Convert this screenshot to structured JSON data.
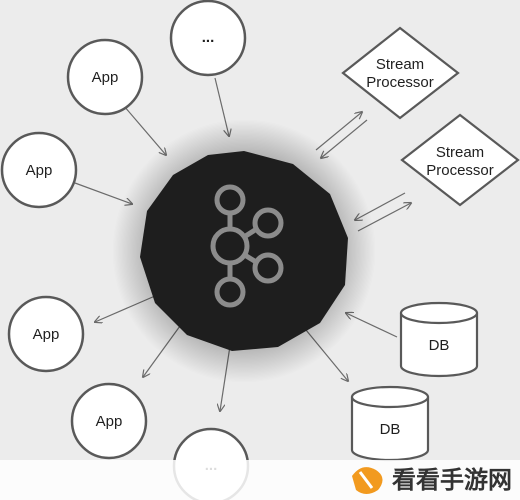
{
  "colors": {
    "background": "#ececec",
    "node_fill": "#ffffff",
    "node_stroke": "#595959",
    "hub_fill": "#1e1e1e",
    "hub_icon": "#8c8c8c",
    "watermark_accent": "#f29a1f"
  },
  "hub": {
    "icon": "kafka-logo-icon"
  },
  "apps": [
    {
      "label": "App"
    },
    {
      "label": "App"
    },
    {
      "label": "App"
    },
    {
      "label": "App"
    }
  ],
  "more_nodes": [
    {
      "label": "..."
    },
    {
      "label": "..."
    }
  ],
  "stream_processors": [
    {
      "line1": "Stream",
      "line2": "Processor"
    },
    {
      "line1": "Stream",
      "line2": "Processor"
    }
  ],
  "databases": [
    {
      "label": "DB"
    },
    {
      "label": "DB"
    }
  ],
  "watermark": {
    "text": "看看手游网",
    "icon": "game-logo-icon"
  }
}
